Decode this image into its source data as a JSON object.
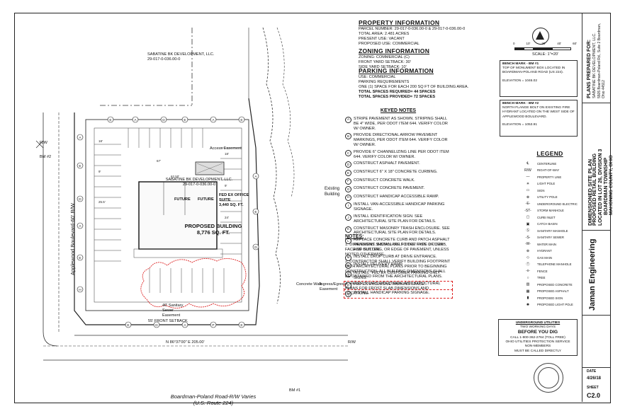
{
  "property": {
    "title": "PROPERTY INFORMATION",
    "parcel": "PARCEL NUMBER: 29-017-0-036.00-0 & 29-017-0-036.00-0",
    "total_area": "TOTAL AREA: 2.481 ACRES",
    "present_use": "PRESENT USE: VACANT",
    "proposed_use": "PROPOSED USE: COMMERCIAL"
  },
  "zoning": {
    "title": "ZONING INFORMATION",
    "zoning": "ZONING: COMMERCIAL (C)",
    "front": "FRONT YARD SETBACK: 30'",
    "side": "SIDE YARD SETBACK: 10'"
  },
  "parking": {
    "title": "PARKING INFORMATION",
    "use": "USE: COMMERCIAL",
    "req_label": "PARKING REQUIREMENTS",
    "req": "ONE (1) SPACE FOR EACH 200 SQ FT OF BUILDING AREA.",
    "required": "TOTAL SPACES REQUIRED= 44 SPACES",
    "provided": "TOTAL SPACES PROVIDED= 72 SPACES"
  },
  "keyed_notes": {
    "title": "KEYED NOTES",
    "items": [
      {
        "n": "A",
        "t": "STRIPE PAVEMENT AS SHOWN. STRIPING SHALL BE 4\" WIDE, PER ODOT ITEM 644. VERIFY COLOR W/ OWNER."
      },
      {
        "n": "B",
        "t": "PROVIDE DIRECTIONAL ARROW PAVEMENT MARKINGS, PER ODOT ITEM 644. VERIFY COLOR W/ OWNER."
      },
      {
        "n": "C",
        "t": "PROVIDE 6\" CHANNELIZING LINE PER ODOT ITEM 644. VERIFY COLOR W/ OWNER."
      },
      {
        "n": "D",
        "t": "CONSTRUCT ASPHALT PAVEMENT."
      },
      {
        "n": "E",
        "t": "CONSTRUCT 6\" X 18\" CONCRETE CURBING."
      },
      {
        "n": "F",
        "t": "CONSTRUCT CONCRETE WALK."
      },
      {
        "n": "G",
        "t": "CONSTRUCT CONCRETE PAVEMENT."
      },
      {
        "n": "H",
        "t": "CONSTRUCT HANDICAP ACCESSIBLE RAMP."
      },
      {
        "n": "I",
        "t": "INSTALL VAN-ACCESSIBLE HANDICAP PARKING SIGNAGE."
      },
      {
        "n": "J",
        "t": "INSTALL IDENTIFICATION SIGN. SEE ARCHITECTURAL SITE PLAN FOR DETAILS."
      },
      {
        "n": "K",
        "t": "CONSTRUCT MASONRY TRASH ENCLOSURE. SEE ARCHITECTURAL SITE PLAN FOR DETAILS."
      },
      {
        "n": "L",
        "t": "REPLACE CONCRETE CURB AND PATCH ASPHALT PAVEMENT. INSTALL 30 LF ODOT TYPE 2 CURB AND GUTTER."
      },
      {
        "n": "M",
        "t": "INSTALL DROP CURB AT DRIVE ENTRANCE."
      },
      {
        "n": "N",
        "t": "INSTALL DELIVERY RAMP."
      },
      {
        "n": "O",
        "t": "INSTALL \"FED EX CUSTOMER PARKING ONLY\" SIGNS."
      },
      {
        "n": "P",
        "t": "FED EX EXCLUSIVE PARKING SPACE."
      },
      {
        "n": "Q",
        "t": "INSTALL HANDICAP PARKING SIGNAGE."
      }
    ]
  },
  "notes": {
    "title": "NOTES:",
    "items": [
      "1. DIMENSIONS SHOWN ARE TO THE FACE OF CURB, FACE OF BUILDING, OR EDGE OF PAVEMENT, UNLESS NOTED OTHERWISE.",
      "2. CONTRACTOR SHALL VERIFY BUILDING FOOTPRINT WITH ARCHITECTURAL PLANS PRIOR TO BEGINNING CONSTRUCTION. ALL BUILDING DIMENSIONS SHALL BE OBTAINED FROM THE ARCHITECTURAL PLANS.",
      "3. REFER TO ARCHITECTURAL AND STRUCTURAL PLANS FOR FROST SLAB DIMENSIONS AND LOCATIONS."
    ]
  },
  "scale": {
    "label": "SCALE: 1\"=20'",
    "ticks": [
      "0",
      "10'",
      "20'",
      "40'",
      "60'"
    ]
  },
  "benchmarks": [
    {
      "title": "BENCH MARK - BM #1",
      "text": "TOP OF MONUMENT BOX LOCATED IN BOARDMAN-POLAND ROAD (US 224).",
      "elev": "ELEVATION = 1046.02"
    },
    {
      "title": "BENCH MARK - BM #2",
      "text": "NORTH FLANGE BOLT ON EXISTING FIRE HYDRANT LOCATED ON THE WEST SIDE OF APPLEWOOD BOULEVARD.",
      "elev": "ELEVATION = 1053.91"
    }
  ],
  "legend": {
    "title": "LEGEND",
    "items": [
      {
        "sym": "℄",
        "label": "CENTERLINE"
      },
      {
        "sym": "R/W",
        "label": "RIGHT-OF-WAY"
      },
      {
        "sym": "—",
        "label": "PROPERTY LINE"
      },
      {
        "sym": "✳",
        "label": "LIGHT POLE"
      },
      {
        "sym": "▭",
        "label": "SIGN"
      },
      {
        "sym": "⊗",
        "label": "UTILITY POLE"
      },
      {
        "sym": "-E-",
        "label": "UNDERGROUND ELECTRIC"
      },
      {
        "sym": "-ST-",
        "label": "STORM MANHOLE"
      },
      {
        "sym": "▢",
        "label": "CURB INLET"
      },
      {
        "sym": "▣",
        "label": "CATCH BASIN"
      },
      {
        "sym": "Ⓢ",
        "label": "SANITARY MANHOLE"
      },
      {
        "sym": "-S-",
        "label": "SANITARY SEWER"
      },
      {
        "sym": "-W-",
        "label": "WATER MAIN"
      },
      {
        "sym": "⊕",
        "label": "HYDRANT"
      },
      {
        "sym": "◇",
        "label": "GAS MAIN"
      },
      {
        "sym": "Ⓣ",
        "label": "TELEPHONE MANHOLE"
      },
      {
        "sym": "-x-",
        "label": "FENCE"
      },
      {
        "sym": "○",
        "label": "TREE"
      },
      {
        "sym": "▥",
        "label": "PROPOSED CONCRETE"
      },
      {
        "sym": "▦",
        "label": "PROPOSED ASPHALT"
      },
      {
        "sym": "▮",
        "label": "PROPOSED SIGN"
      },
      {
        "sym": "✺",
        "label": "PROPOSED LIGHT POLE"
      }
    ]
  },
  "utilities": {
    "title": "UNDERGROUND UTILITIES",
    "l1": "TWO WORKING DAYS",
    "l2": "BEFORE YOU DIG",
    "l3": "CALL 1-800-362-2764 (TOLL FREE)",
    "l4": "OHIO UTILITIES PROTECTION SERVICE",
    "l5": "NON-MEMBERS",
    "l6": "MUST BE CALLED DIRECTLY"
  },
  "title_block": {
    "prepared_for": "PLANS PREPARED FOR:",
    "client": "SABATINE BK DEVELOPMENT, LLC.",
    "client_addr": "5505 Boardman-Poland Rd., Suite 2 Boardman, Ohio 44512",
    "plan_title": "DIMENSIONED SITE PLAN",
    "project1": "PROPOSED RETAIL BUILDING",
    "project2": "LOCATED IN LOT 26, DIVISION 3",
    "project3": "BOARDMAN TOWNSHIP",
    "project4": "MAHONING COUNTY, OHIO",
    "firm": "Jaman Engineering",
    "date_label": "DATE",
    "date": "4/26/18",
    "sheet_label": "SHEET",
    "sheet": "C2.0"
  },
  "site": {
    "owner_nw": "SABATINE BK DEVELOPMENT, LLC.",
    "owner_nw_parcel": "29-017-0-036.00-0",
    "bldg_owner": "SABATINE BK DEVELOPMENT, LLC.",
    "bldg_parcel": "29-017-0-036.00-0",
    "future1": "FUTURE",
    "future2": "FUTURE",
    "fedex": "FED EX OFFICE SUITE",
    "fedex_sf": "3,440 SQ. FT.",
    "bldg_name": "PROPOSED BUILDING",
    "bldg_sf": "8,776 SQ. FT.",
    "existing": "Existing",
    "building": "Building",
    "road_west": "Applewood Boulevard-60' R/W",
    "road_south": "Boardman-Poland Road-R/W Varies",
    "road_south2": "(U.S. Route 224)",
    "rw": "R/W",
    "access_easement": "Access Easement",
    "sewer_easement": "40' Sanitary Sewer Easement",
    "front_setback": "55' FRONT SETBACK",
    "bm1": "BM #1",
    "bm2": "BM #2",
    "bearing": "N 86°37'00\" E",
    "distance": "205.00'",
    "concrete_walk": "Concrete Walk",
    "ingress": "Ingress/Egress Easement"
  }
}
